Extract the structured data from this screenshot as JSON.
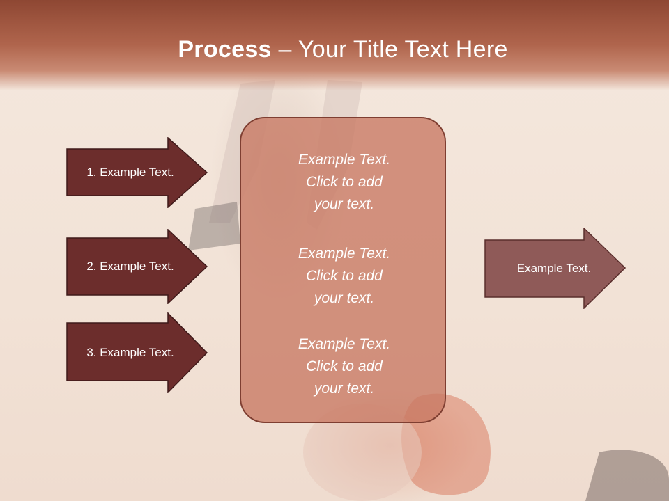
{
  "slide": {
    "title_bold": "Process",
    "title_rest": " – Your Title Text Here"
  },
  "left_arrows": [
    {
      "label": "1. Example Text."
    },
    {
      "label": "2. Example Text."
    },
    {
      "label": "3. Example Text."
    }
  ],
  "center_panel": {
    "blocks": [
      {
        "lines": [
          "Example Text.",
          "Click  to add",
          "your text."
        ]
      },
      {
        "lines": [
          "Example Text.",
          "Click  to add",
          "your text."
        ]
      },
      {
        "lines": [
          "Example Text.",
          "Click  to add",
          "your text."
        ]
      }
    ]
  },
  "right_arrow": {
    "label": "Example Text."
  },
  "colors": {
    "header": "#a85a44",
    "left_arrow_fill": "#6c2d2c",
    "panel_fill": "#c98a74",
    "right_arrow_fill": "#8f5a58",
    "text": "#ffffff"
  }
}
